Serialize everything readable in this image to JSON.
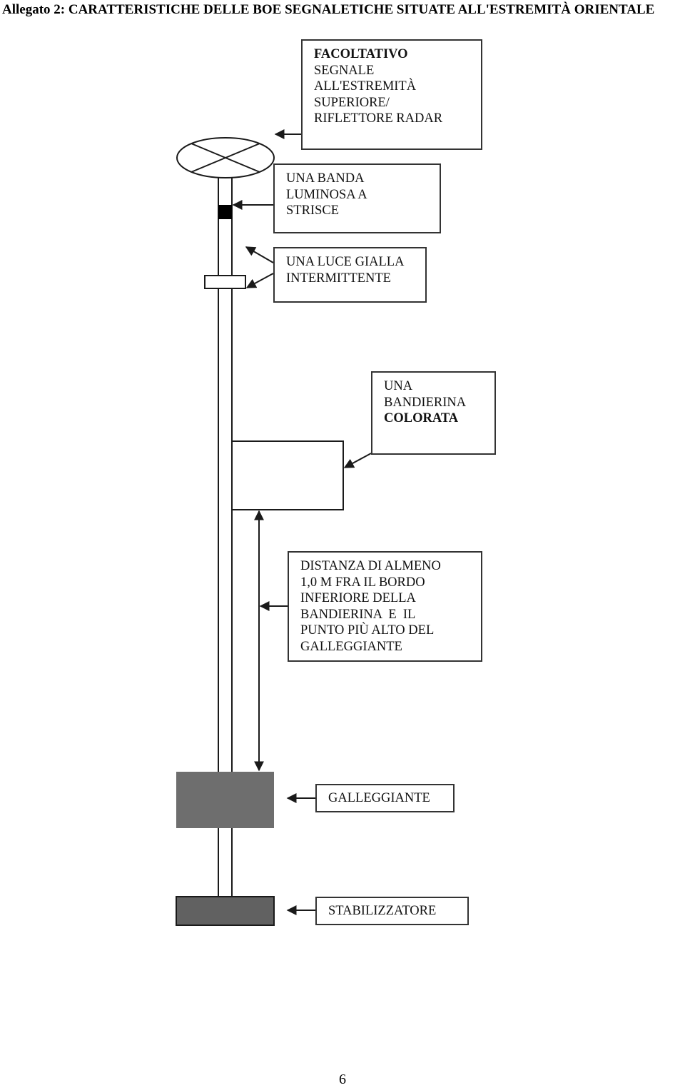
{
  "title": "Allegato 2: CARATTERISTICHE DELLE BOE SEGNALETICHE SITUATE ALL'ESTREMITÀ ORIENTALE",
  "labels": {
    "top_mark": {
      "line1": "FACOLTATIVO",
      "line2": "SEGNALE",
      "line3": "ALL'ESTREMITÀ",
      "line4": "SUPERIORE/",
      "line5": "RIFLETTORE RADAR"
    },
    "light_band": {
      "line1": "UNA BANDA",
      "line2": "LUMINOSA A",
      "line3": "STRISCE"
    },
    "yellow_light": {
      "line1": "UNA LUCE GIALLA",
      "line2": "INTERMITTENTE"
    },
    "flag": {
      "line1": "UNA",
      "line2": "BANDIERINA",
      "line3": "COLORATA"
    },
    "distance": {
      "line1": "DISTANZA DI ALMENO",
      "line2": "1,0 M FRA IL BORDO",
      "line3": "INFERIORE DELLA",
      "line4": "BANDIERINA  E  IL",
      "line5": "PUNTO PIÙ ALTO DEL",
      "line6": "GALLEGGIANTE"
    },
    "float": "GALLEGGIANTE",
    "stabilizer": "STABILIZZATORE"
  },
  "page_number": "6",
  "colors": {
    "float_fill": "#6e6e6e",
    "stabilizer_fill": "#616161",
    "band_fill": "#000000",
    "line": "#1a1a1a"
  }
}
